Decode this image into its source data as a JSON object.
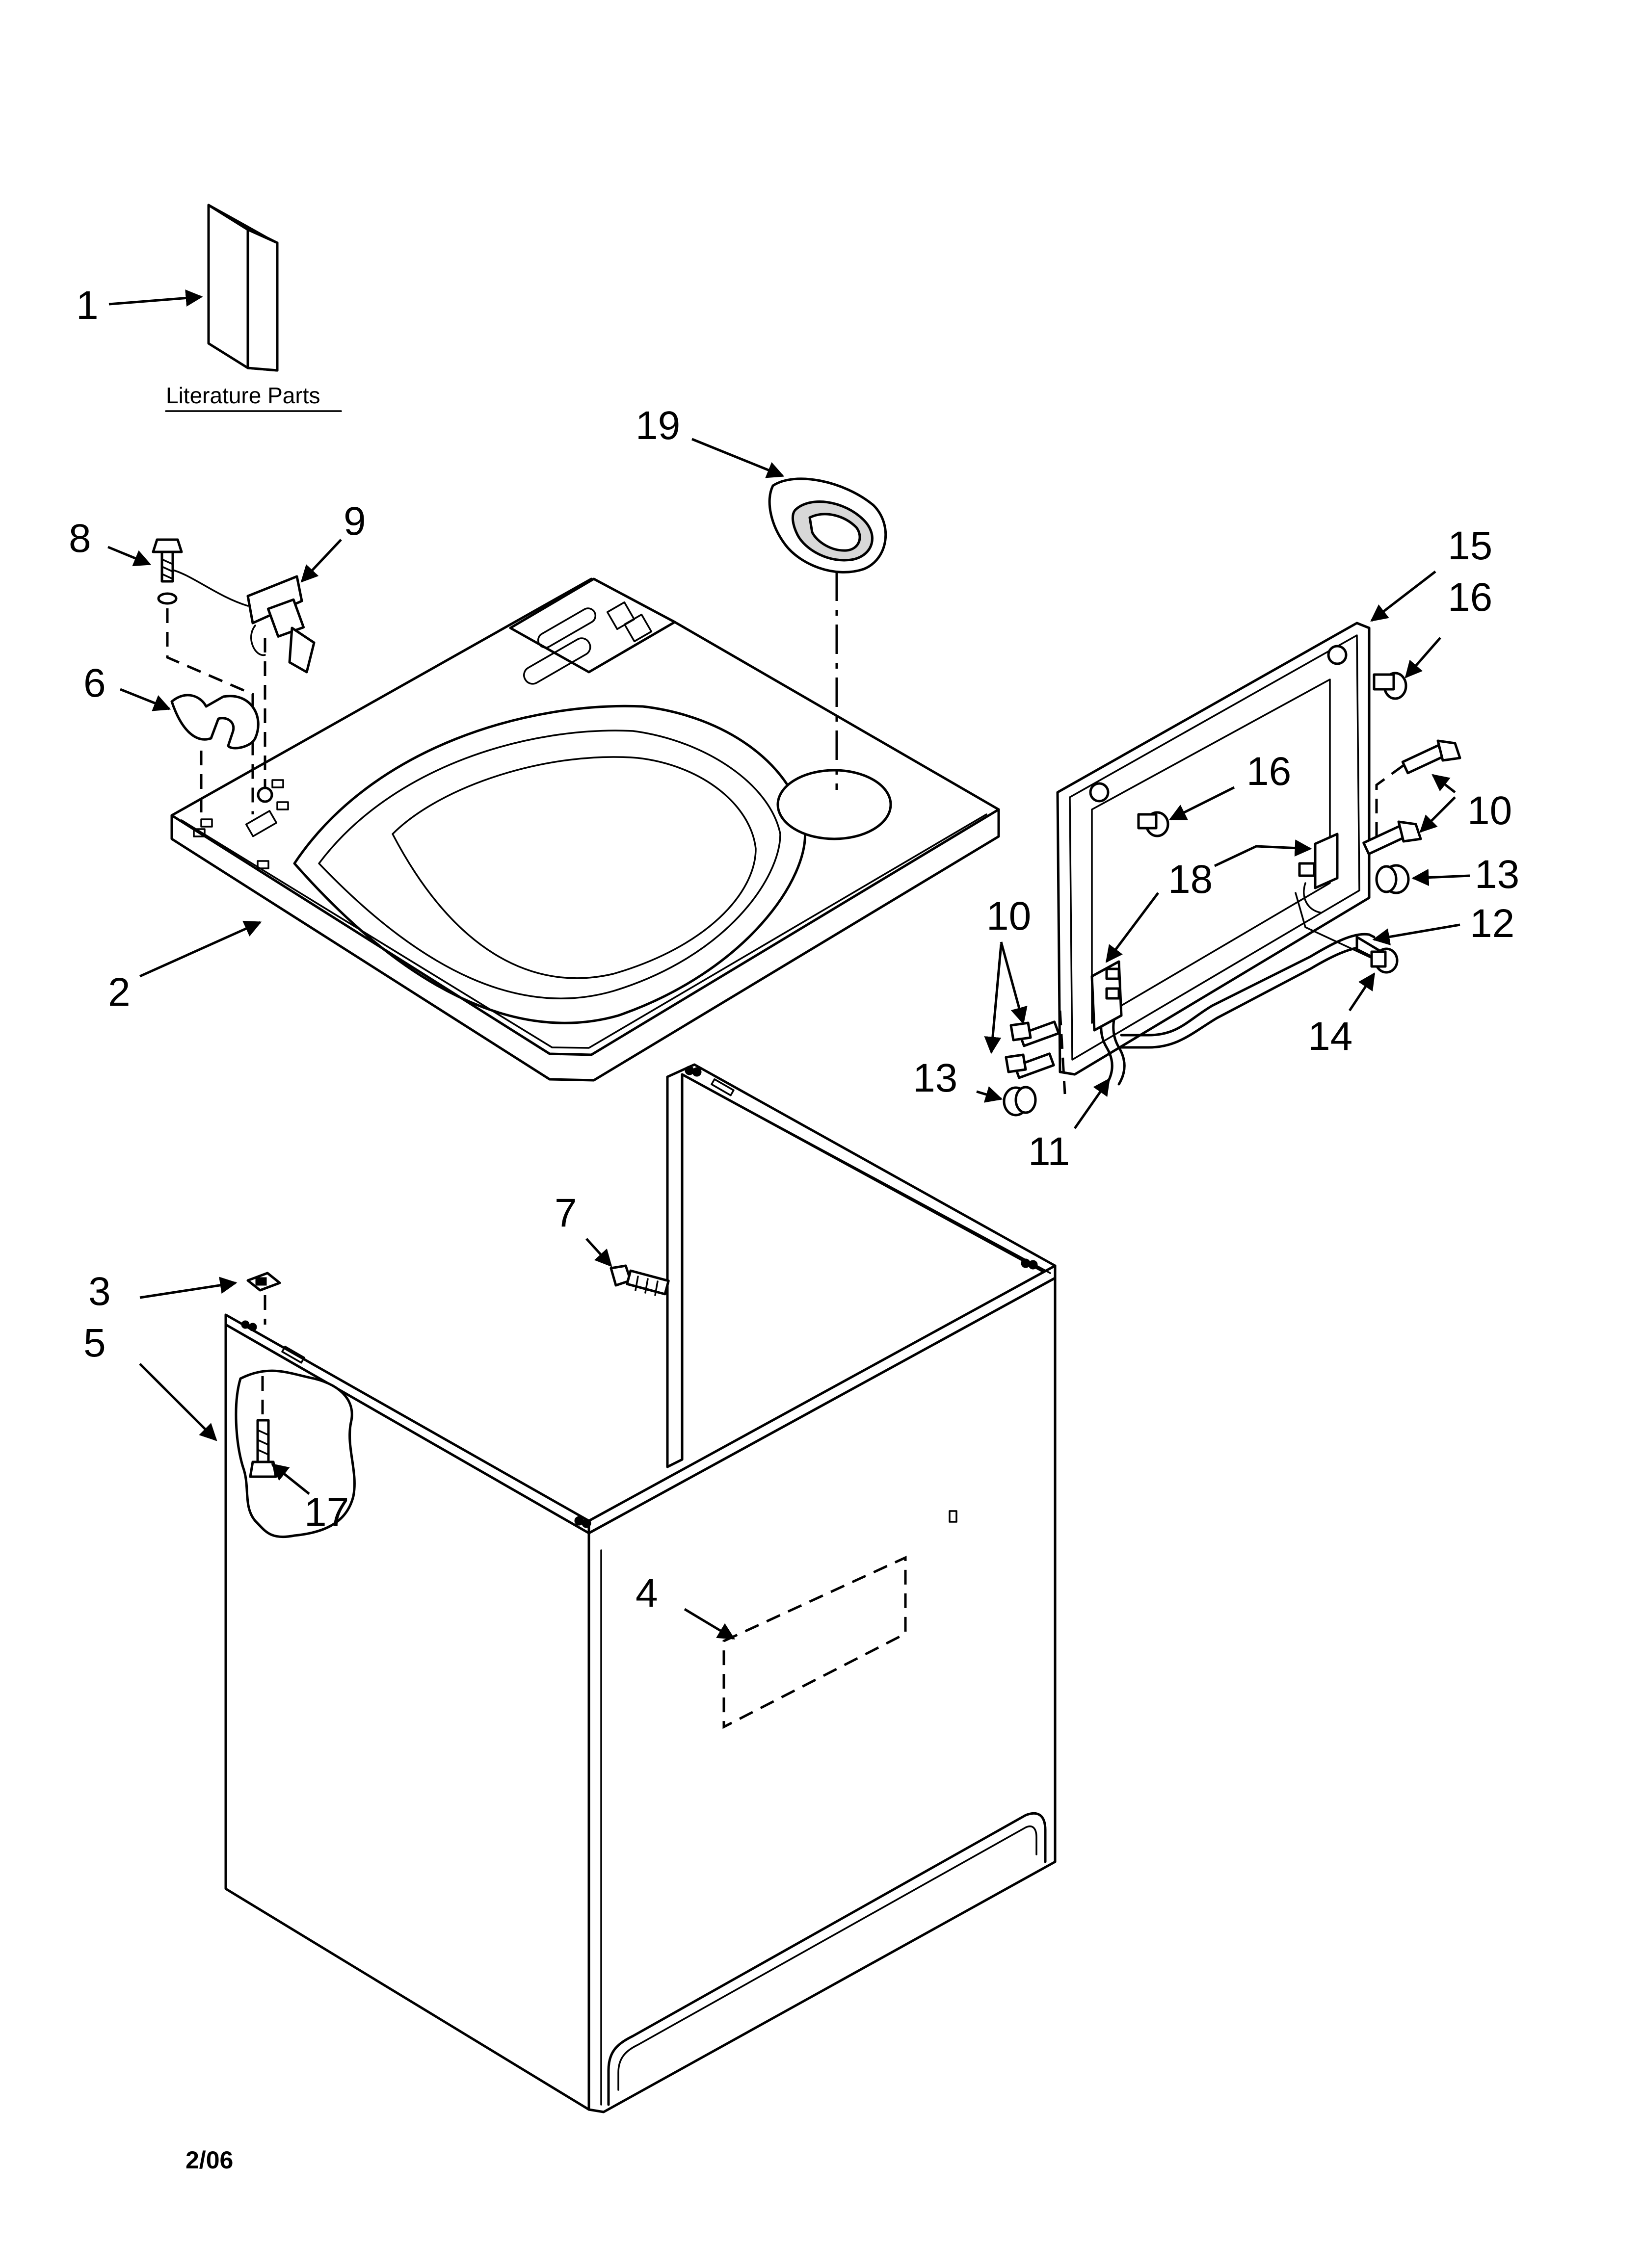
{
  "diagram": {
    "literature_caption": "Literature Parts",
    "date_code": "2/06",
    "callouts": [
      {
        "id": "c1",
        "text": "1"
      },
      {
        "id": "c2",
        "text": "2"
      },
      {
        "id": "c3",
        "text": "3"
      },
      {
        "id": "c4",
        "text": "4"
      },
      {
        "id": "c5",
        "text": "5"
      },
      {
        "id": "c6",
        "text": "6"
      },
      {
        "id": "c7",
        "text": "7"
      },
      {
        "id": "c8",
        "text": "8"
      },
      {
        "id": "c9",
        "text": "9"
      },
      {
        "id": "c10a",
        "text": "10"
      },
      {
        "id": "c10b",
        "text": "10"
      },
      {
        "id": "c11",
        "text": "11"
      },
      {
        "id": "c12",
        "text": "12"
      },
      {
        "id": "c13a",
        "text": "13"
      },
      {
        "id": "c13b",
        "text": "13"
      },
      {
        "id": "c14",
        "text": "14"
      },
      {
        "id": "c15",
        "text": "15"
      },
      {
        "id": "c16a",
        "text": "16"
      },
      {
        "id": "c16b",
        "text": "16"
      },
      {
        "id": "c17",
        "text": "17"
      },
      {
        "id": "c18",
        "text": "18"
      },
      {
        "id": "c19",
        "text": "19"
      }
    ]
  }
}
